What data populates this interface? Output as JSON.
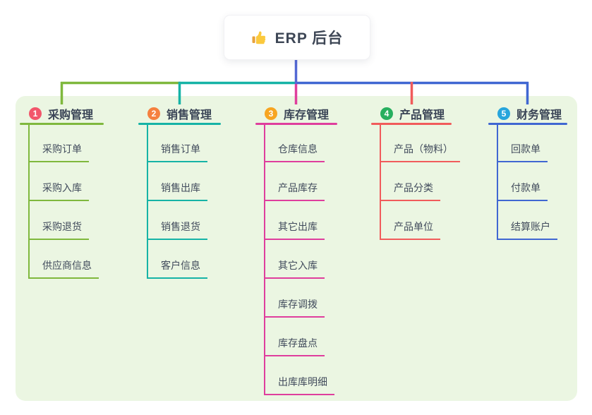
{
  "root": {
    "title": "ERP 后台",
    "icon": "thumbs-up-icon",
    "line_color": "#5368d4"
  },
  "canvas": {
    "panel_color": "#ebf6e2",
    "background_color": "#ffffff"
  },
  "branches": [
    {
      "index": "1",
      "label": "采购管理",
      "badge_color": "#f2566b",
      "line_color": "#7fb83d",
      "children": [
        "采购订单",
        "采购入库",
        "采购退货",
        "供应商信息"
      ]
    },
    {
      "index": "2",
      "label": "销售管理",
      "badge_color": "#f5803f",
      "line_color": "#16b3a6",
      "children": [
        "销售订单",
        "销售出库",
        "销售退货",
        "客户信息"
      ]
    },
    {
      "index": "3",
      "label": "库存管理",
      "badge_color": "#f7a521",
      "line_color": "#df3e9d",
      "children": [
        "仓库信息",
        "产品库存",
        "其它出库",
        "其它入库",
        "库存调拨",
        "库存盘点",
        "出库库明细"
      ]
    },
    {
      "index": "4",
      "label": "产品管理",
      "badge_color": "#27af5f",
      "line_color": "#f15b5b",
      "children": [
        "产品（物料）",
        "产品分类",
        "产品单位"
      ]
    },
    {
      "index": "5",
      "label": "财务管理",
      "badge_color": "#27a5dc",
      "line_color": "#4067d2",
      "children": [
        "回款单",
        "付款单",
        "结算账户"
      ]
    }
  ]
}
